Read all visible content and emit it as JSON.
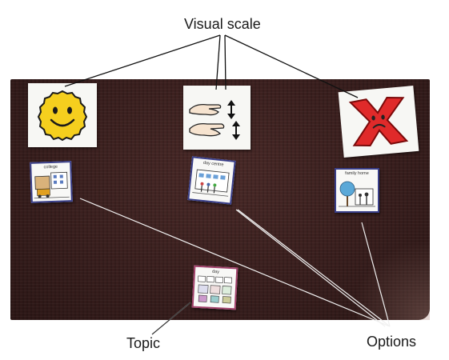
{
  "labels": {
    "visual_scale": "Visual scale",
    "topic": "Topic",
    "options": "Options"
  },
  "cards": {
    "option_1": "college",
    "option_2": "day centre",
    "option_3": "family home",
    "topic": "day"
  },
  "icons": [
    "smiley-face-icon",
    "hands-so-so-icon",
    "red-cross-sad-icon"
  ],
  "colors": {
    "mat": "#3a1f1e",
    "smiley": "#f5cf1e",
    "cross": "#e02a2a"
  }
}
